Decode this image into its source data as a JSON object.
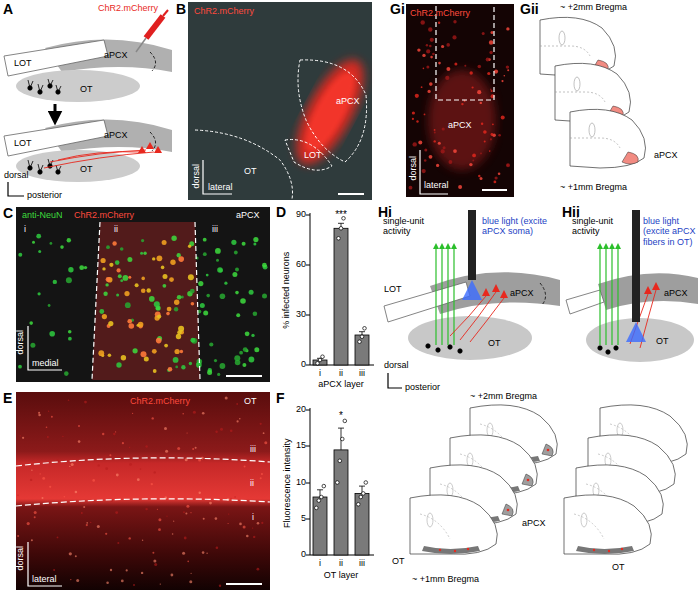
{
  "diagram": {
    "labels": [
      "A",
      "ChR2.mCherry",
      "LOT",
      "aPCX",
      "OT",
      "LOT",
      "aPCX",
      "OT",
      "dorsal",
      "posterior",
      "B",
      "ChR2.mCherry",
      "dorsal",
      "lateral",
      "aPCX",
      "LOT",
      "OT",
      "C",
      "anti-NeuN",
      "ChR2.mCherry",
      "aPCX",
      "i",
      "ii",
      "iii",
      "dorsal",
      "medial",
      "D",
      "% infected neurons",
      "90",
      "60",
      "30",
      "0",
      "***",
      "i",
      "ii",
      "iii",
      "aPCX layer",
      "E",
      "ChR2.mCherry",
      "OT",
      "iii",
      "ii",
      "i",
      "dorsal",
      "lateral",
      "F",
      "Fluorescence intensity",
      "20",
      "15",
      "10",
      "5",
      "0",
      "*",
      "i",
      "ii",
      "iii",
      "OT layer",
      "Gi",
      "ChR2.mCherry",
      "aPCX",
      "dorsal",
      "lateral",
      "Gii",
      "~ +2mm Bregma",
      "aPCX",
      "~ +1mm Bregma",
      "Hi",
      "single-unit activity",
      "blue light (excite aPCX soma)",
      "LOT",
      "aPCX",
      "OT",
      "dorsal",
      "posterior",
      "~ +2mm Bregma",
      "aPCX",
      "OT",
      "~ +1mm Bregma",
      "Hii",
      "single-unit activity",
      "blue light (excite aPCX fibers in OT)",
      "aPCX",
      "OT",
      "OT"
    ]
  }
}
